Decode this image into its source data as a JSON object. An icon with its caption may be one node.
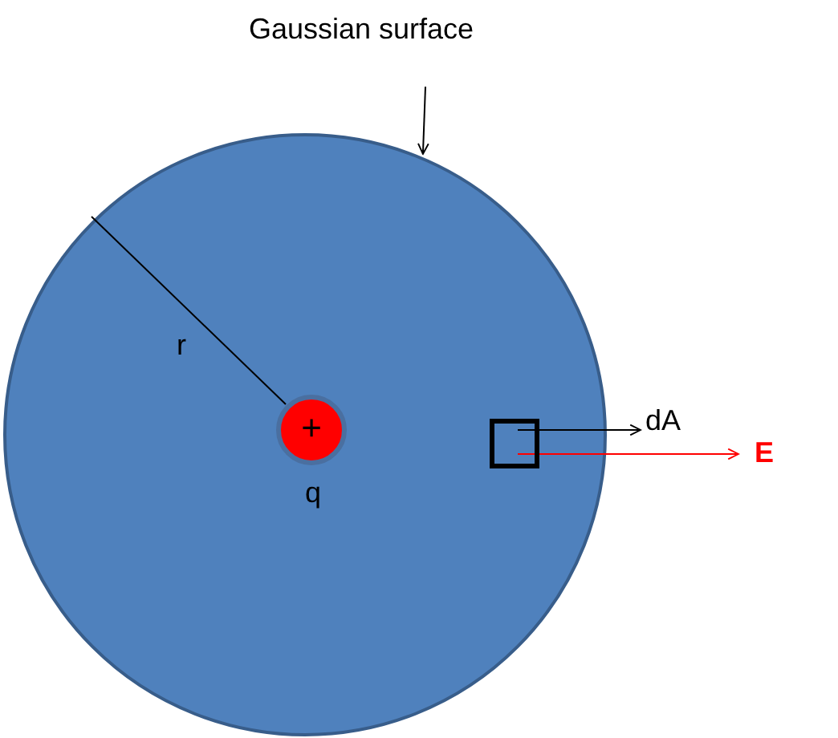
{
  "diagram": {
    "nodes": [
      {
        "text": [
          "Gaussian surface"
        ]
      },
      {
        "text": [],
        "shape": "circle"
      },
      {
        "text": [
          "+"
        ],
        "in": 1,
        "beside": [
          "q"
        ]
      },
      {
        "text": [],
        "shape": "box",
        "in": 1
      }
    ],
    "edges": [
      {
        "from": 0,
        "to": 1,
        "arrow": "to"
      },
      {
        "from": 3,
        "to": null,
        "arrow": "to",
        "label": "dA"
      },
      {
        "from": 3,
        "to": null,
        "arrow": "to",
        "label": "E",
        "color": "#ff0000"
      }
    ],
    "labels": [
      "r"
    ]
  }
}
